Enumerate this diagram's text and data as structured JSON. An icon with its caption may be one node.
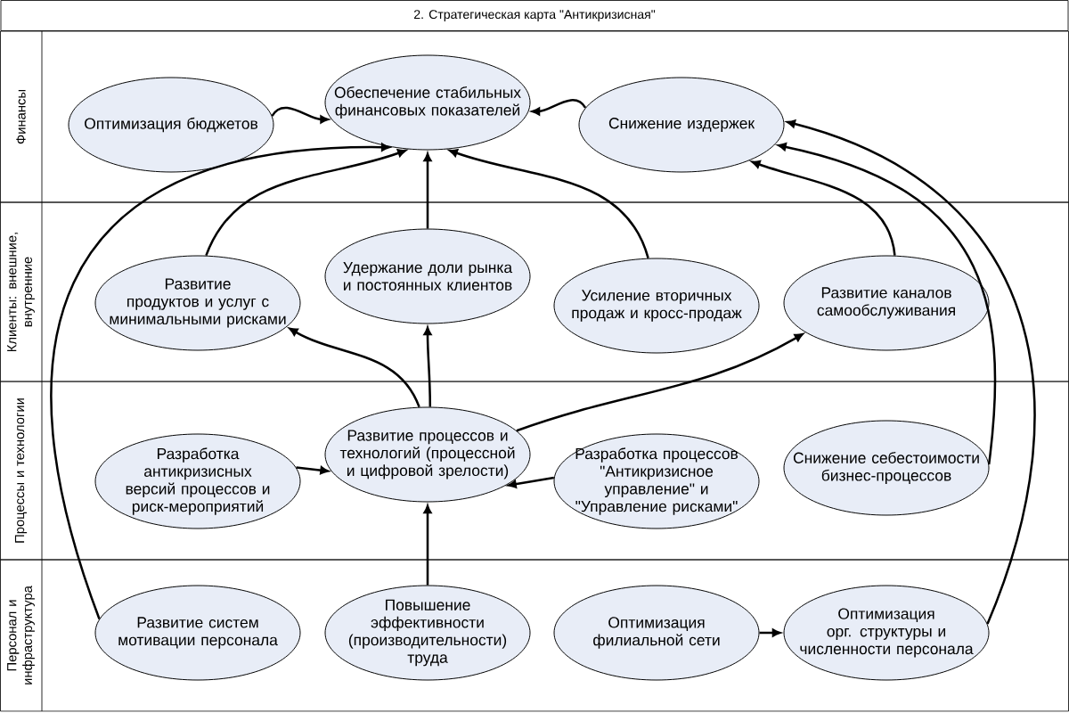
{
  "diagram": {
    "title": "2. Стратегическая карта \"Антикризисная\"",
    "nodes": [
      {
        "text": [
          "Финансы"
        ]
      },
      {
        "text": [
          "Клиенты: внешние, внутренние"
        ]
      },
      {
        "text": [
          "Процессы и технологии"
        ]
      },
      {
        "text": [
          "Персонал и инфраструктура"
        ]
      },
      {
        "text": [
          "Оптимизация бюджетов"
        ],
        "in": 0
      },
      {
        "text": [
          "Обеспечение стабильных финансовых показателей"
        ],
        "in": 0
      },
      {
        "text": [
          "Снижение издержек"
        ],
        "in": 0
      },
      {
        "text": [
          "Развитие продуктов и услуг с минимальными рисками"
        ],
        "in": 1
      },
      {
        "text": [
          "Удержание доли рынка и постоянных клиентов"
        ],
        "in": 1
      },
      {
        "text": [
          "Усиление вторичных продаж и кросс-продаж"
        ],
        "in": 1
      },
      {
        "text": [
          "Развитие каналов самообслуживания"
        ],
        "in": 1
      },
      {
        "text": [
          "Разработка антикризисных версий процессов и риск-мероприятий"
        ],
        "in": 2
      },
      {
        "text": [
          "Развитие процессов и технологий (процессной и цифровой зрелости)"
        ],
        "in": 2
      },
      {
        "text": [
          "Разработка процессов \"Антикризисное управление\" и \"Управление рисками\""
        ],
        "in": 2
      },
      {
        "text": [
          "Снижение себестоимости бизнес-процессов"
        ],
        "in": 2
      },
      {
        "text": [
          "Развитие систем мотивации персонала"
        ],
        "in": 3
      },
      {
        "text": [
          "Повышение эффективности (производительности) труда"
        ],
        "in": 3
      },
      {
        "text": [
          "Оптимизация филиальной сети"
        ],
        "in": 3
      },
      {
        "text": [
          "Оптимизация орг. структуры и численности персонала"
        ],
        "in": 3
      }
    ],
    "edges": [
      {
        "from": 4,
        "to": 5,
        "arrow": "to"
      },
      {
        "from": 6,
        "to": 5,
        "arrow": "to"
      },
      {
        "from": 7,
        "to": 5,
        "arrow": "to"
      },
      {
        "from": 8,
        "to": 5,
        "arrow": "to"
      },
      {
        "from": 9,
        "to": 5,
        "arrow": "to"
      },
      {
        "from": 15,
        "to": 5,
        "arrow": "to"
      },
      {
        "from": 12,
        "to": 8,
        "arrow": "to"
      },
      {
        "from": 12,
        "to": 7,
        "arrow": "to"
      },
      {
        "from": 12,
        "to": 10,
        "arrow": "to"
      },
      {
        "from": 11,
        "to": 12,
        "arrow": "to"
      },
      {
        "from": 13,
        "to": 12,
        "arrow": "to"
      },
      {
        "from": 16,
        "to": 12,
        "arrow": "to"
      },
      {
        "from": 10,
        "to": 6,
        "arrow": "to"
      },
      {
        "from": 14,
        "to": 6,
        "arrow": "to"
      },
      {
        "from": 18,
        "to": 6,
        "arrow": "to"
      },
      {
        "from": 17,
        "to": 18,
        "arrow": "to"
      }
    ]
  }
}
